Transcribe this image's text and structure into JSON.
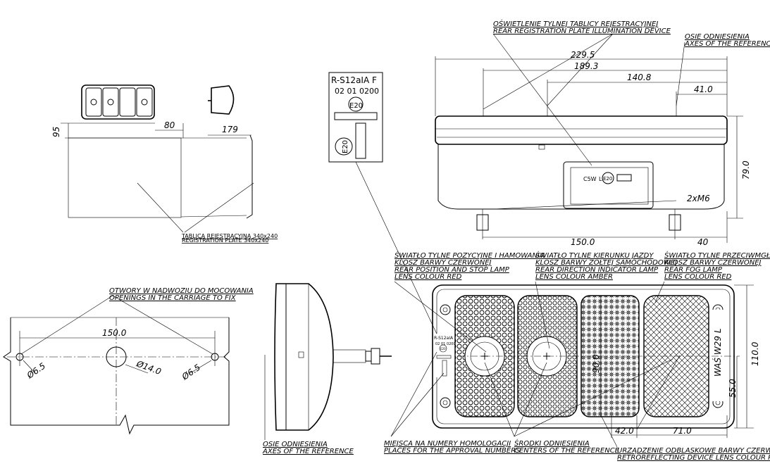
{
  "labels": {
    "plate_light_pl": "OŚWIETLENIE TYLNEJ TABLICY REJESTRACYJNEJ",
    "plate_light_en": "REAR REGISTRATION PLATE ILLUMINATION DEVICE",
    "axes_ref_pl": "OSIE ODNIESIENIA",
    "axes_ref_en": "AXES OF THE REFERENCE",
    "tablica_pl": "TABLICA REJESTRACYJNA 340x240",
    "tablica_en": "REGISTRATION PLATE 340x240",
    "pos_stop_pl1": "ŚWIATŁO TYLNE POZYCYJNE I HAMOWANIA",
    "pos_stop_pl2": "KLOSZ BARWY CZERWONEJ",
    "pos_stop_en1": "REAR POSITION AND STOP LAMP",
    "pos_stop_en2": "LENS COLOUR RED",
    "dir_pl1": "ŚWIATŁO TYLNE KIERUNKU JAZDY",
    "dir_pl2": "KLOSZ BARWY ŻÓŁTEJ SAMOCHODOWEJ",
    "dir_en1": "REAR DIRECTION INDICATOR LAMP",
    "dir_en2": "LENS COLOUR AMBER",
    "fog_pl1": "ŚWIATŁO TYLNE PRZECIWMGŁOWE",
    "fog_pl2": "KLOSZ BARWY CZERWONEJ",
    "fog_en1": "REAR FOG LAMP",
    "fog_en2": "LENS COLOUR RED",
    "holes_pl1": "OTWORY W NADWOZIU DO MOCOWANIA",
    "holes_en1": "OPENINGS IN THE CARRIAGE TO FIX",
    "axes_ref2_pl": "OSIE ODNIESIENIA",
    "axes_ref2_en": "AXES OF THE REFERENCE",
    "homol_pl": "MIEJSCA NA NUMERY HOMOLOGACJI",
    "homol_en": "PLACES FOR THE APPROVAL NUMBERS",
    "centers_pl": "ŚRODKI ODNIESIENIA",
    "centers_en": "CENTERS OF THE REFERENCE",
    "retro_pl": "URZĄDZENIE ODBLASKOWE BARWY CZERWONEJ",
    "retro_en": "RETROREFLECTING DEVICE LENS COLOUR RED"
  },
  "approval": {
    "line1": "R-S12aIA F",
    "line2": "02 01 0200",
    "mark": "E20",
    "mark_rot": "E20",
    "small1": "R-S12aIA",
    "small2": "02 01 0200",
    "mark_small": "E20"
  },
  "top_view": {
    "c5w": "C5W",
    "l": "L",
    "mark": "E20",
    "mount": "2xM6"
  },
  "dims": {
    "d229": "229.5",
    "d189": "189.3",
    "d140": "140.8",
    "d41": "41.0",
    "d79": "79.0",
    "d150top": "150.0",
    "d40": "40",
    "d95": "95",
    "d80": "80",
    "d179": "179",
    "d150left": "150.0",
    "phi65a": "Ø6.5",
    "phi14": "Ø14.0",
    "phi65b": "Ø6.5",
    "d110": "110.0",
    "d55": "55.0",
    "d90": "90.0",
    "d42": "42.0",
    "d71": "71.0",
    "model": "WAŚ W29 L"
  }
}
